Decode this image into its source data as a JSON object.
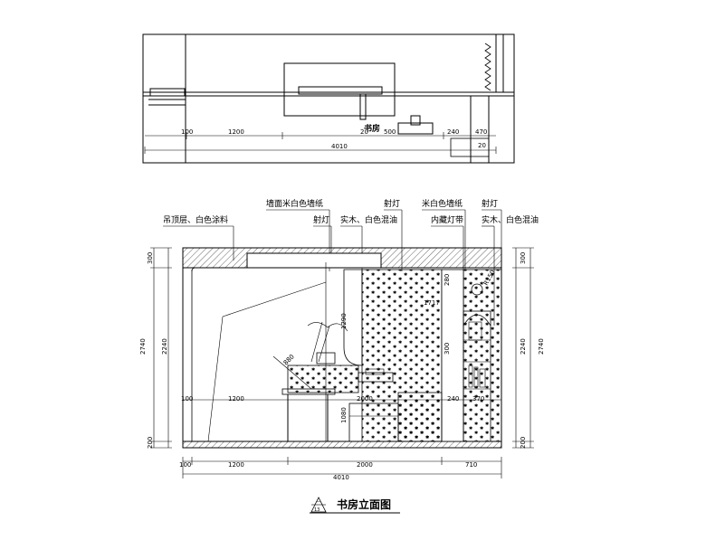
{
  "plan": {
    "room_label": "书房",
    "dims": {
      "d100": "100",
      "d1200": "1200",
      "d4010": "4010",
      "d240": "240",
      "d470": "470",
      "d20": "20",
      "d500": "500"
    }
  },
  "elevation": {
    "callouts": {
      "wall_paper": "墙面米白色墙纸",
      "spot_1": "射灯",
      "beige_wallpaper": "米白色墙纸",
      "spot_2": "射灯",
      "ceiling": "吊顶层、白色涂料",
      "spot_3": "射灯",
      "solid_wood_1": "实木、白色混油",
      "led_strip": "内藏灯带",
      "solid_wood_2": "实木、白色混油"
    },
    "left_dims": {
      "d300": "300",
      "d2740": "2740",
      "d2240": "2240",
      "d200": "200"
    },
    "right_dims": {
      "d300": "300",
      "d2740": "2740",
      "d2240": "2240",
      "d200": "200"
    },
    "inner_dims": {
      "d1200": "1200",
      "d100": "100",
      "d2000": "2000",
      "d240": "240",
      "d370": "370",
      "d1290": "1290",
      "d1717": "1717",
      "d280": "280",
      "d300": "300",
      "d880": "880",
      "d1080": "1080",
      "d150": "R150"
    },
    "bottom_dims": {
      "d100": "100",
      "d1200": "1200",
      "d2000": "2000",
      "d710": "710",
      "d4010": "4010"
    }
  },
  "title_block": {
    "title": "书房立面图",
    "sheet_no": "13",
    "sheet_top": "—"
  }
}
